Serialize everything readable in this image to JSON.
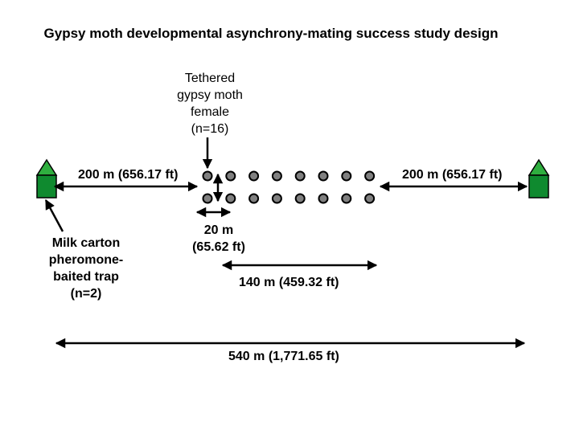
{
  "title": "Gypsy moth developmental asynchrony-mating success study design",
  "labels": {
    "tethered_female": [
      "Tethered",
      "gypsy moth",
      "female",
      "(n=16)"
    ],
    "trap": [
      "Milk carton",
      "pheromone-",
      "baited trap",
      "(n=2)"
    ],
    "left_distance": "200 m (656.17 ft)",
    "right_distance": "200 m (656.17 ft)",
    "spacing": [
      "20 m",
      "(65.62 ft)"
    ],
    "row_length": "140 m (459.32 ft)",
    "total_length": "540 m (1,771.65 ft)"
  },
  "grid": {
    "rows": 2,
    "columns": 8
  },
  "colors": {
    "female_fill": "#808080",
    "trap_body": "#0f8a2f",
    "trap_roof": "#2fae3f",
    "line": "#000000"
  }
}
